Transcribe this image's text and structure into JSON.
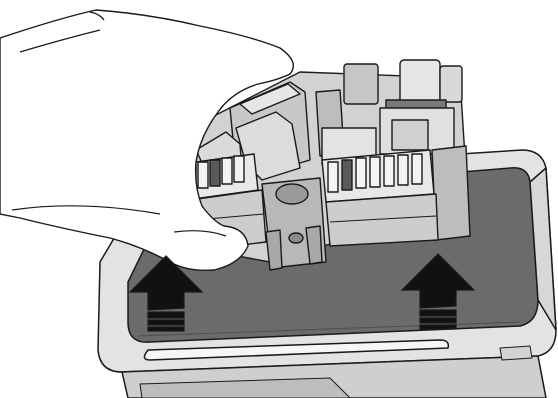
{
  "figure": {
    "subject": "",
    "palette": {
      "line": "#1a1a1a",
      "tray_light": "#e2e2e2",
      "tray_mid": "#cfcfcf",
      "tray_shadow": "#b5b5b5",
      "tray_floor": "#6b6b6b",
      "box_light": "#d9d9d9",
      "box_mid": "#c3c3c3",
      "box_dark": "#8e8e8e",
      "hand": "#ffffff",
      "arrow": "#111111"
    },
    "arrows": [
      {
        "name": "left-lift-arrow",
        "direction": "up"
      },
      {
        "name": "right-lift-arrow",
        "direction": "up"
      }
    ]
  }
}
